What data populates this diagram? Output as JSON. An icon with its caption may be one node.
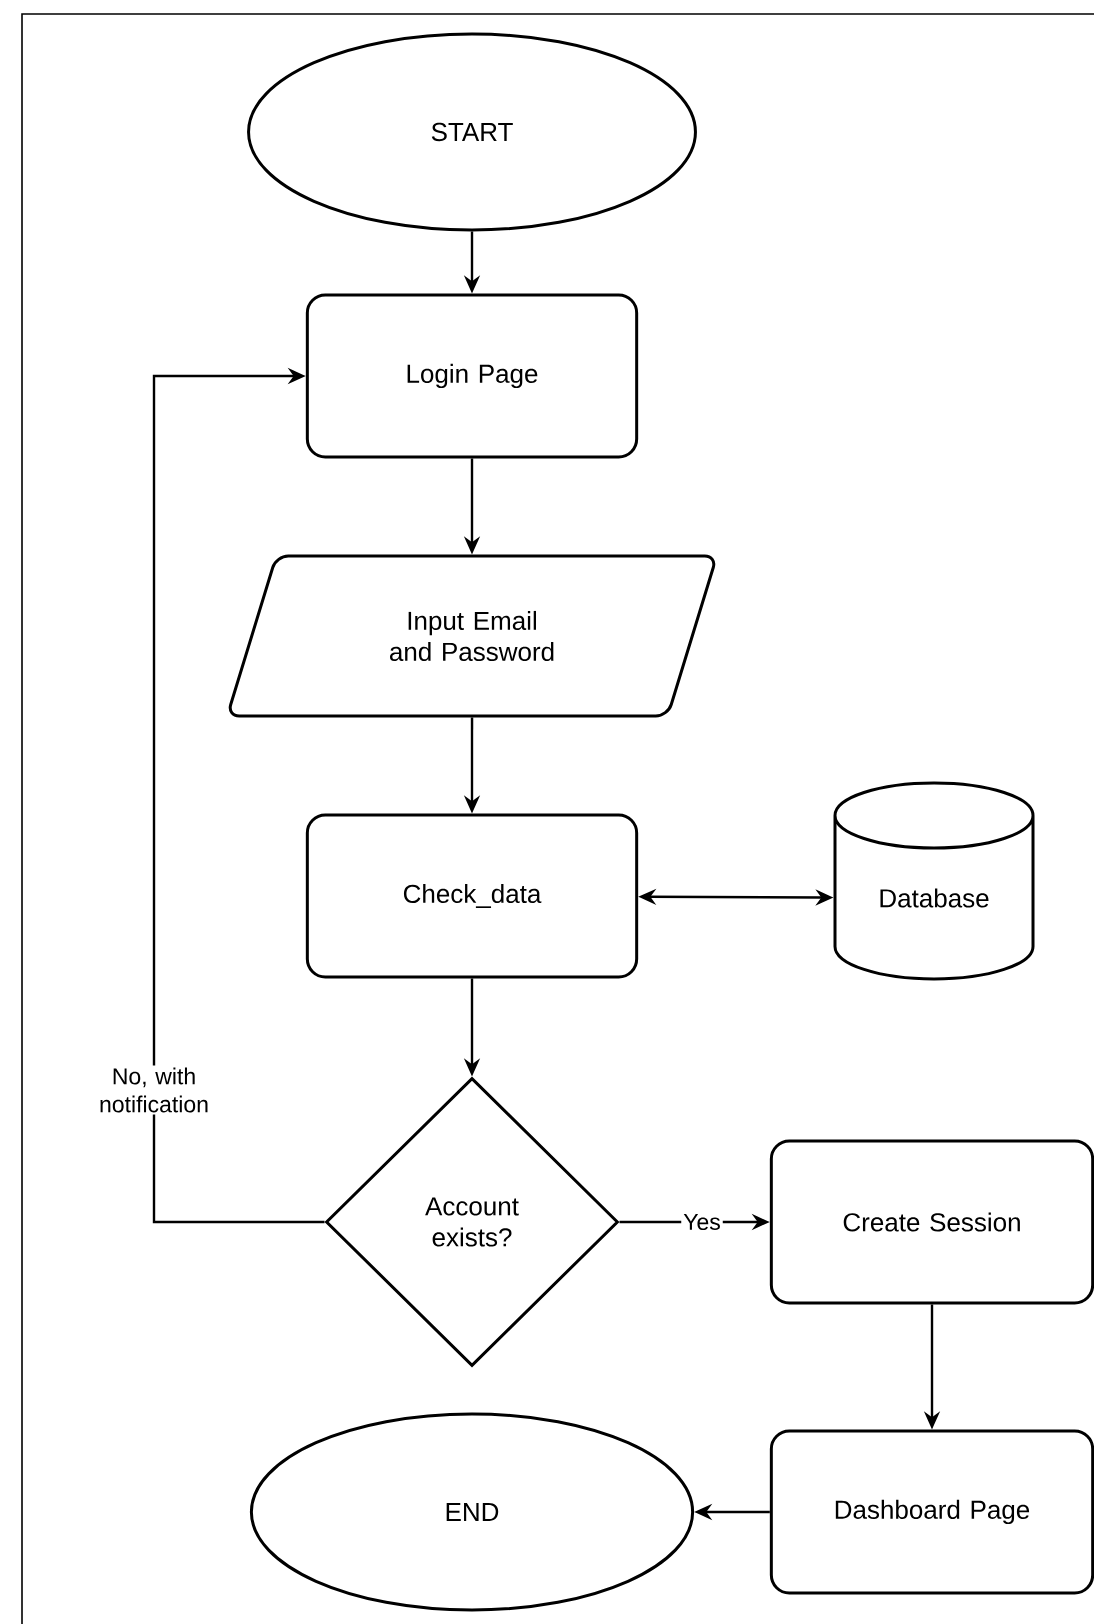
{
  "diagram": {
    "nodes": [
      {
        "text": [
          "START"
        ]
      },
      {
        "text": [
          "Login Page"
        ]
      },
      {
        "text": [
          "Input Email and Password"
        ]
      },
      {
        "text": [
          "Check_data"
        ]
      },
      {
        "text": [
          "Database"
        ]
      },
      {
        "text": [
          "Account exists?"
        ]
      },
      {
        "text": [
          "Create Session"
        ]
      },
      {
        "text": [
          "Dashboard Page"
        ]
      },
      {
        "text": [
          "END"
        ]
      }
    ],
    "edges": [
      {
        "from": 0,
        "to": 1,
        "arrow": "to"
      },
      {
        "from": 1,
        "to": 2,
        "arrow": "to"
      },
      {
        "from": 2,
        "to": 3,
        "arrow": "to"
      },
      {
        "from": 3,
        "to": 4,
        "arrow": "both"
      },
      {
        "from": 3,
        "to": 5,
        "arrow": "to"
      },
      {
        "from": 5,
        "to": 1,
        "arrow": "to",
        "label": "No, with notification"
      },
      {
        "from": 5,
        "to": 6,
        "arrow": "to",
        "label": "Yes"
      },
      {
        "from": 6,
        "to": 7,
        "arrow": "to"
      },
      {
        "from": 7,
        "to": 8,
        "arrow": "to"
      }
    ]
  }
}
